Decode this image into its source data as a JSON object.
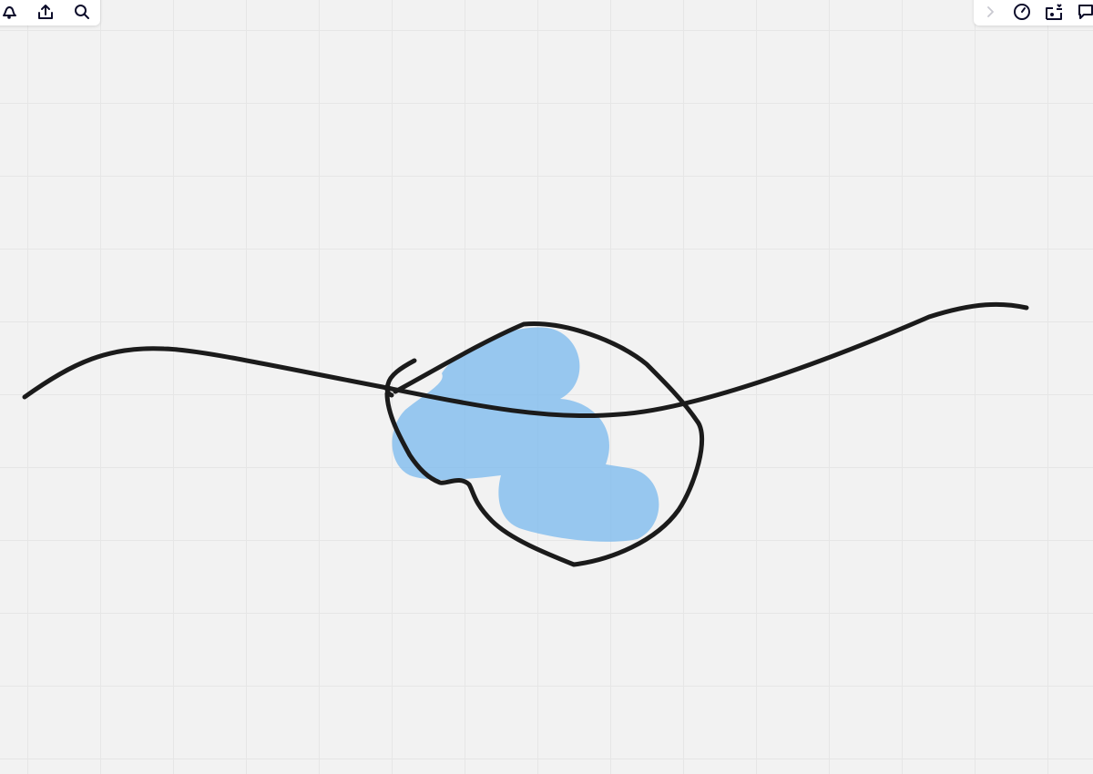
{
  "colors": {
    "canvas_background": "#f2f2f2",
    "grid_line": "#e6e6e6",
    "ink_stroke": "#1b1b1b",
    "highlighter": "#7fbcee",
    "icon": "#0d0d2b",
    "icon_muted": "#c8c8d0"
  },
  "toolbar_left": {
    "items": [
      {
        "icon": "bell-icon"
      },
      {
        "icon": "share-upload-icon"
      },
      {
        "icon": "search-icon"
      }
    ]
  },
  "toolbar_right": {
    "items": [
      {
        "icon": "chevron-right-icon"
      },
      {
        "icon": "timer-icon"
      },
      {
        "icon": "reactions-icon"
      },
      {
        "icon": "comment-icon"
      }
    ]
  },
  "canvas": {
    "strokes": [
      {
        "kind": "pen",
        "name": "long-curve-stroke"
      },
      {
        "kind": "pen",
        "name": "loop-stroke"
      },
      {
        "kind": "pen",
        "name": "small-hook-stroke"
      },
      {
        "kind": "highlighter",
        "name": "blue-highlight-scribble"
      }
    ]
  }
}
